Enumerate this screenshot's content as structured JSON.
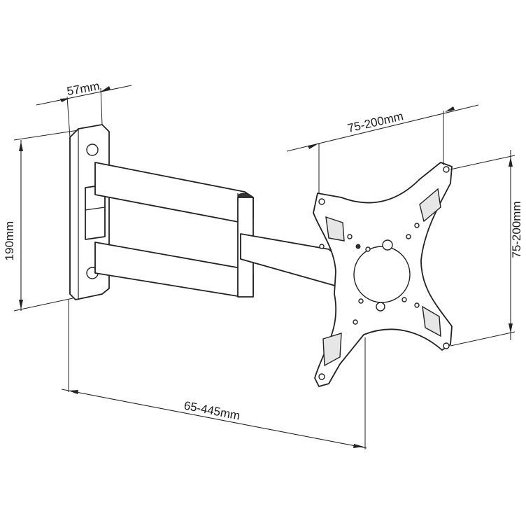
{
  "diagram": {
    "dimensions": {
      "mount_depth": "57mm",
      "wall_plate_height": "190mm",
      "vesa_horizontal": "75-200mm",
      "vesa_vertical": "75-200mm",
      "extension_range": "65-445mm"
    }
  }
}
